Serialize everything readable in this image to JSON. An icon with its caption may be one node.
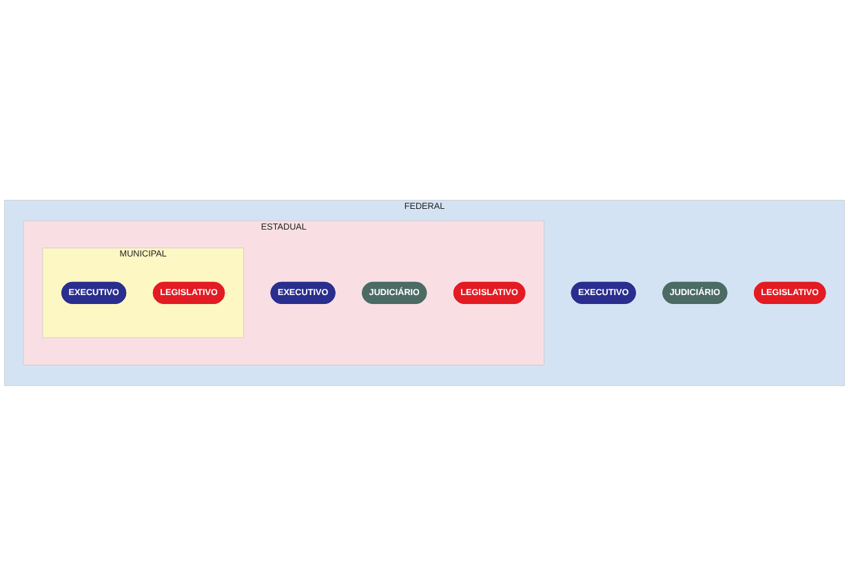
{
  "diagram": {
    "nodes": [
      {
        "text": [
          "FEDERAL"
        ]
      },
      {
        "text": [
          "ESTADUAL"
        ],
        "in": 0
      },
      {
        "text": [
          "MUNICIPAL"
        ],
        "in": 1
      },
      {
        "text": [
          "EXECUTIVO"
        ],
        "in": 2
      },
      {
        "text": [
          "LEGISLATIVO"
        ],
        "in": 2
      },
      {
        "text": [
          "EXECUTIVO"
        ],
        "in": 1
      },
      {
        "text": [
          "JUDICIÁRIO"
        ],
        "in": 1
      },
      {
        "text": [
          "LEGISLATIVO"
        ],
        "in": 1
      },
      {
        "text": [
          "EXECUTIVO"
        ],
        "in": 0
      },
      {
        "text": [
          "JUDICIÁRIO"
        ],
        "in": 0
      },
      {
        "text": [
          "LEGISLATIVO"
        ],
        "in": 0
      }
    ]
  }
}
